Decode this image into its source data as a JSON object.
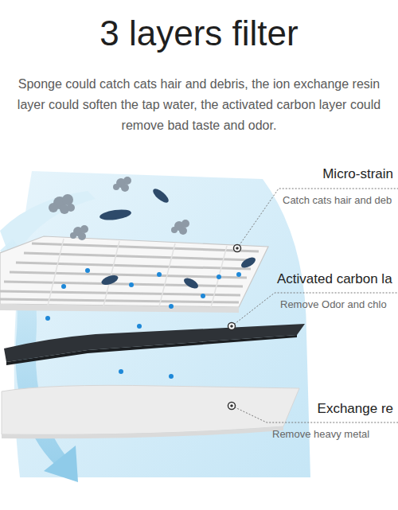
{
  "diagram": {
    "title": "3 layers filter",
    "labels": [
      "Sponge could catch cats hair and debris, the ion exchange resin layer could soften the tap water, the activated carbon layer could remove bad taste and odor.",
      "Micro-strain",
      "Catch cats hair and deb",
      "Activated carbon la",
      "Remove Odor and chlo",
      "Exchange re",
      "Remove heavy metal"
    ]
  }
}
